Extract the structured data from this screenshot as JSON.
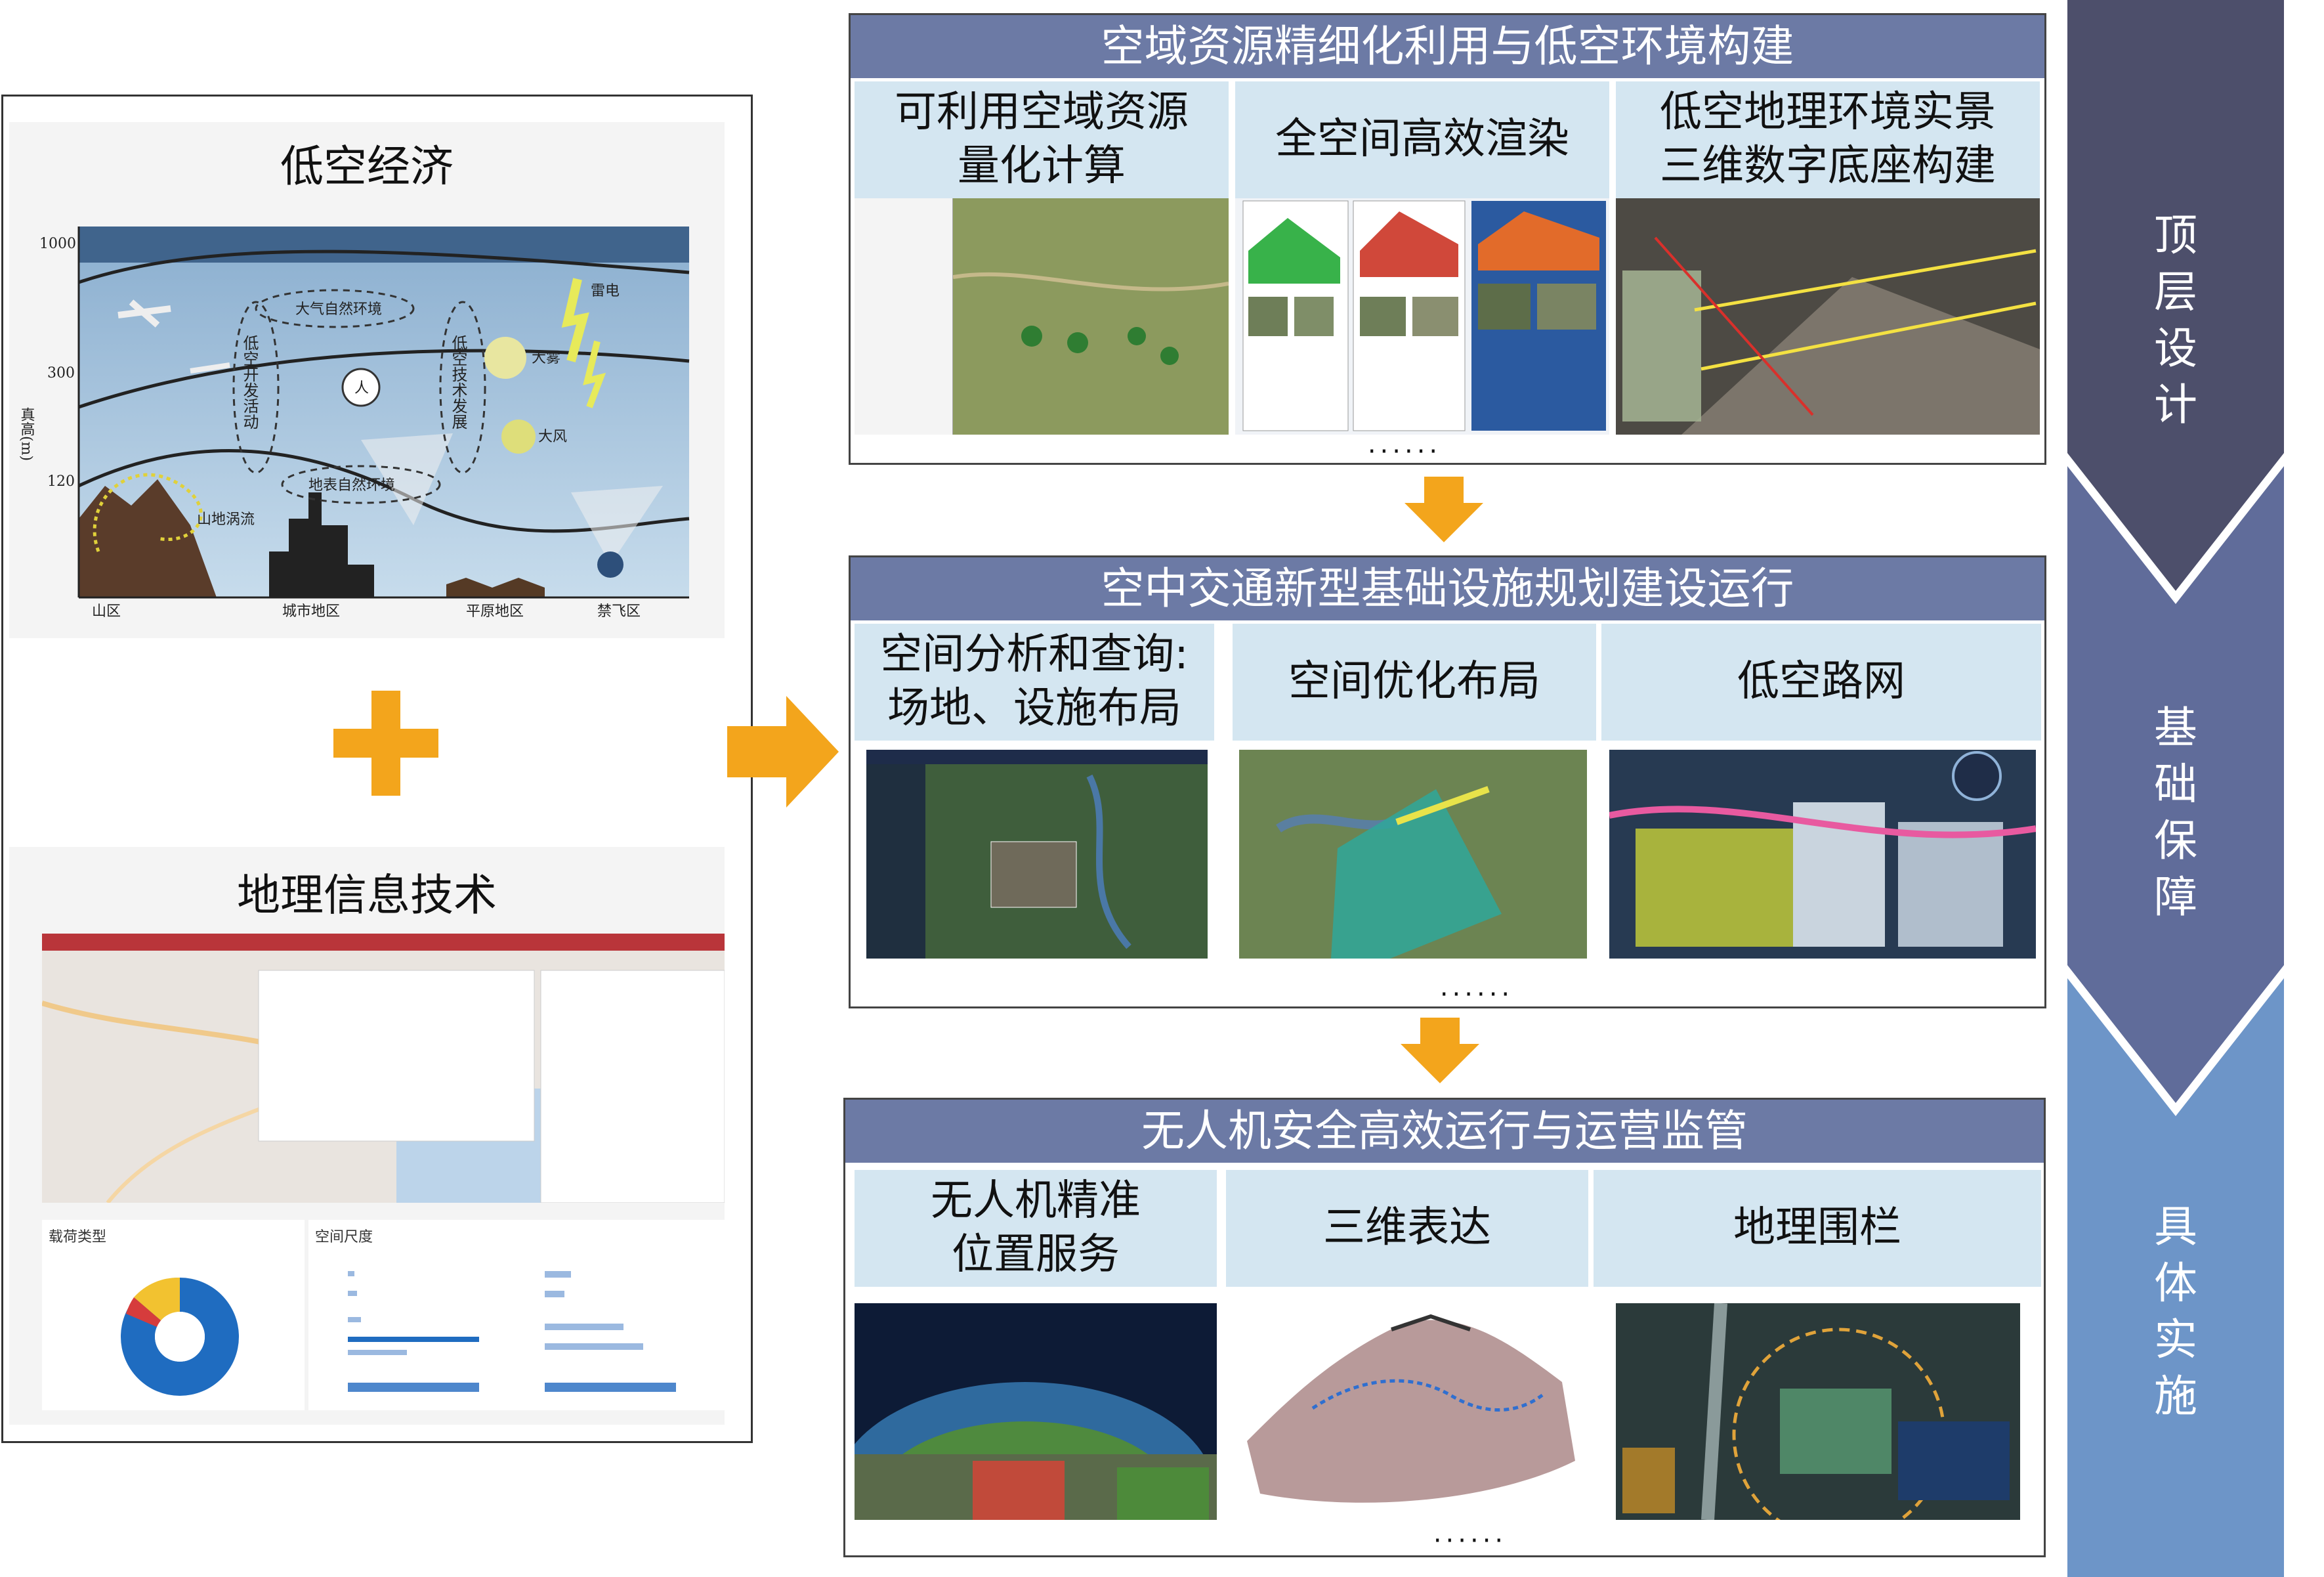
{
  "left": {
    "econ_title": "低空经济",
    "chart": {
      "ylabel": "真高(m)",
      "y_ticks": [
        "1000",
        "300",
        "120"
      ],
      "x_labels": [
        "山区",
        "城市地区",
        "平原地区",
        "禁飞区"
      ],
      "labels": {
        "atmos": "大气自然环境",
        "surface": "地表自然环境",
        "human": "人",
        "dev_left": "低空开发活动",
        "dev_right": "低空技术发展",
        "thunder": "雷电",
        "fog": "大雾",
        "wind": "大风",
        "valley": "山地涡流"
      }
    },
    "plus": "+",
    "gis_title": "地理信息技术",
    "gis": {
      "chart1_title": "载荷类型",
      "chart2_title": "空间尺度"
    }
  },
  "sections": [
    {
      "title": "空域资源精细化利用与低空环境构建",
      "items": [
        "可利用空域资源\n量化计算",
        "全空间高效渲染",
        "低空地理环境实景\n三维数字底座构建"
      ],
      "dots": "······"
    },
    {
      "title": "空中交通新型基础设施规划建设运行",
      "items": [
        "空间分析和查询:\n场地、设施布局",
        "空间优化布局",
        "低空路网"
      ],
      "dots": "······"
    },
    {
      "title": "无人机安全高效运行与运营监管",
      "items": [
        "无人机精准\n位置服务",
        "三维表达",
        "地理围栏"
      ],
      "dots": "······"
    }
  ],
  "right_bar": {
    "stages": [
      "顶\n层\n设\n计",
      "基\n础\n保\n障",
      "具\n体\n实\n施"
    ]
  },
  "colors": {
    "header_blue": "#6c7aa5",
    "subheader_blue": "#d4e6f1",
    "arrow_orange": "#f3a51c",
    "chevron_top": "#4d4f6b",
    "chevron_mid": "#606c9a",
    "chevron_bottom": "#6d95c8"
  }
}
